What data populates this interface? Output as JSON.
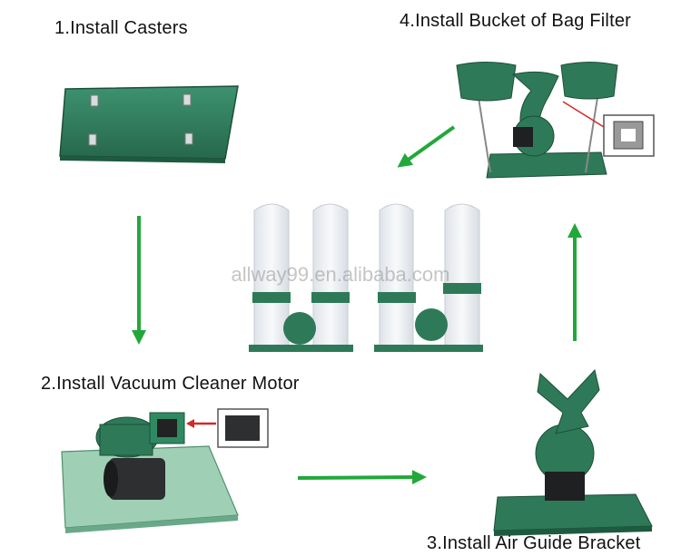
{
  "steps": [
    {
      "label": "1.Install Casters"
    },
    {
      "label": "2.Install Vacuum Cleaner Motor"
    },
    {
      "label": "3.Install Air Guide Bracket"
    },
    {
      "label": "4.Install Bucket of Bag Filter"
    }
  ],
  "watermark": "allway99.en.alibaba.com",
  "colors": {
    "machine_green": "#2e7a58",
    "arrow_green": "#22a83a",
    "bag_white": "#f2f4f6"
  }
}
